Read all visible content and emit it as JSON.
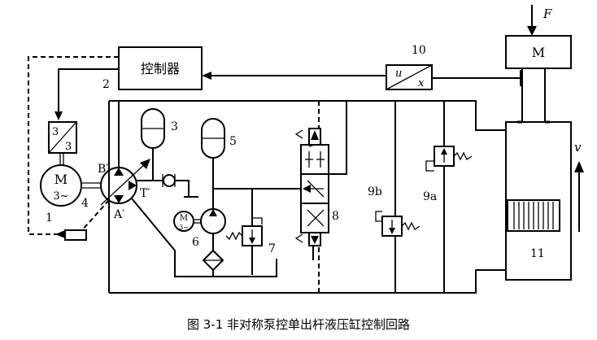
{
  "diagram": {
    "caption": "图 3-1   非对称泵控单出杆液压缸控制回路",
    "controller_label": "控制器",
    "motor_label": "M",
    "motor_sub": "3~",
    "small_motor_label": "M",
    "small_motor_sub": "3~",
    "converter_top": "3",
    "converter_bottom": "3",
    "sensor_u": "u",
    "sensor_x": "x",
    "load_motor_label": "M",
    "force_label": "F",
    "velocity_label": "v",
    "port_b": "B′",
    "port_a": "A′",
    "port_t": "T′",
    "numbers": {
      "n1": "1",
      "n2": "2",
      "n3": "3",
      "n4": "4",
      "n5": "5",
      "n6": "6",
      "n7": "7",
      "n8": "8",
      "n9a": "9a",
      "n9b": "9b",
      "n10": "10",
      "n11": "11"
    }
  }
}
